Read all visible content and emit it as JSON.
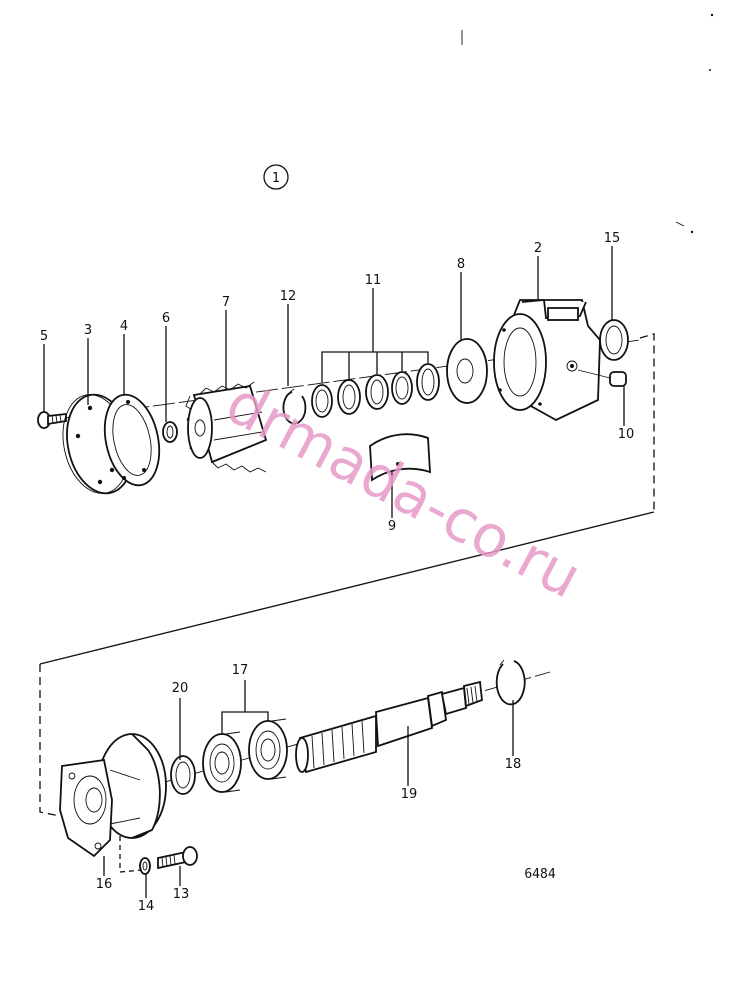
{
  "figure_number": "1",
  "drawing_code": "6484",
  "watermark": "drmada-co.ru",
  "callouts": [
    "2",
    "3",
    "4",
    "5",
    "6",
    "7",
    "8",
    "9",
    "10",
    "11",
    "12",
    "13",
    "14",
    "15",
    "16",
    "17",
    "18",
    "19",
    "20"
  ]
}
